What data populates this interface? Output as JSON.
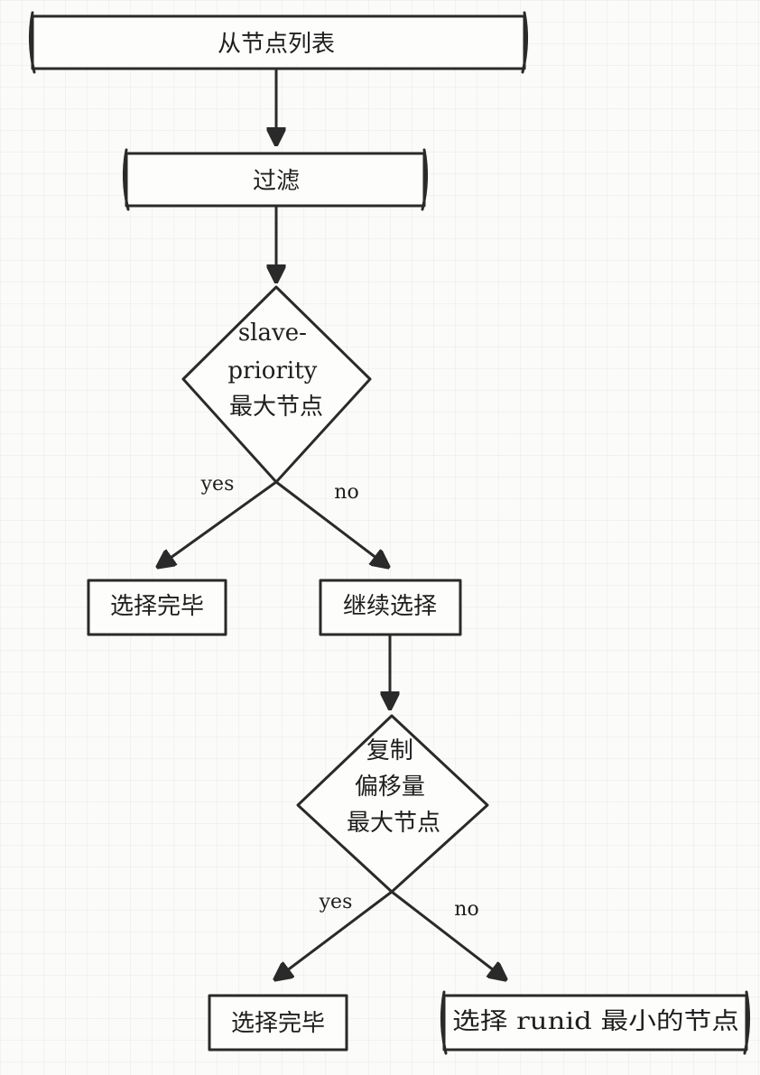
{
  "nodes": {
    "start": {
      "label": "从节点列表"
    },
    "filter": {
      "label": "过滤"
    },
    "decision_priority": {
      "lines": [
        "slave-",
        "priority",
        "最大节点"
      ]
    },
    "done_1": {
      "label": "选择完毕"
    },
    "continue": {
      "label": "继续选择"
    },
    "decision_offset": {
      "lines": [
        "复制",
        "偏移量",
        "最大节点"
      ]
    },
    "done_2": {
      "label": "选择完毕"
    },
    "min_runid": {
      "label": "选择 runid 最小的节点"
    }
  },
  "edges": {
    "priority_yes": "yes",
    "priority_no": "no",
    "offset_yes": "yes",
    "offset_no": "no"
  }
}
